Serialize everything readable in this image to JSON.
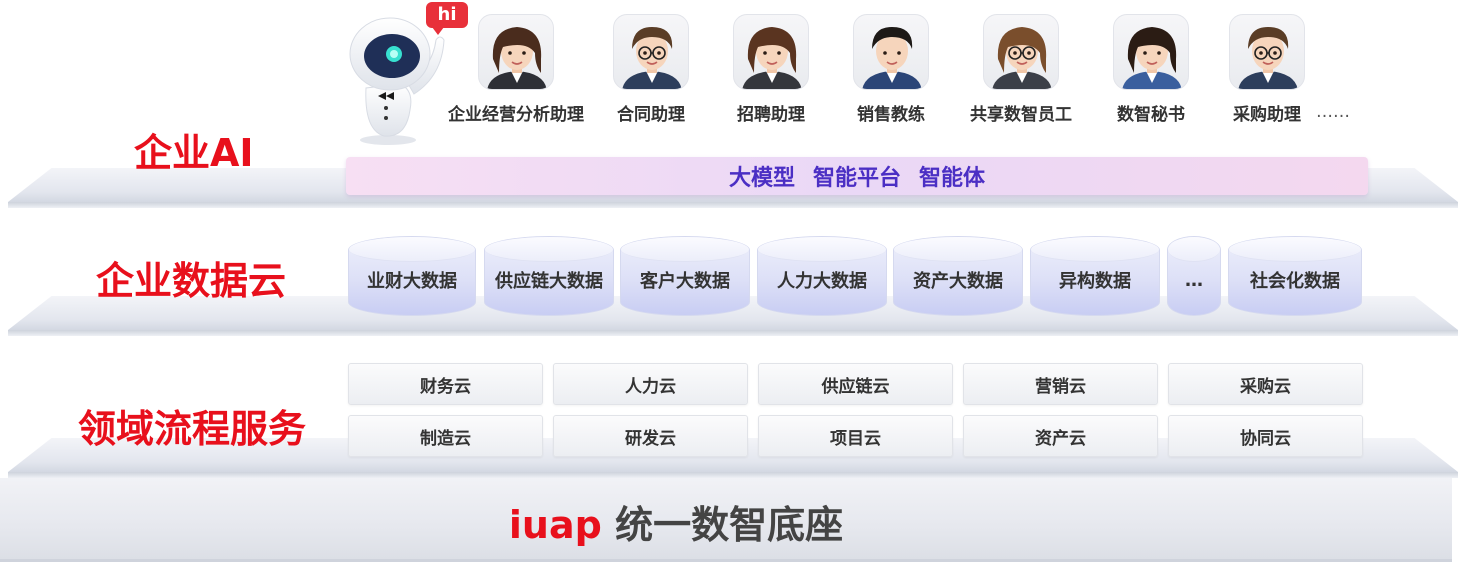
{
  "robot": {
    "bubble": "hi"
  },
  "ai_layer": {
    "label": "企业AI",
    "agents": [
      {
        "name": "企业经营分析助理",
        "avatar": "woman-bob-icon",
        "hair": "#4a2c1d",
        "suit": "#2d2f36",
        "glasses": false
      },
      {
        "name": "合同助理",
        "avatar": "man-glasses-icon",
        "hair": "#5a3d26",
        "suit": "#2d3e5c",
        "glasses": true
      },
      {
        "name": "招聘助理",
        "avatar": "woman-bob-icon",
        "hair": "#5a3420",
        "suit": "#34363c",
        "glasses": false
      },
      {
        "name": "销售教练",
        "avatar": "man-suit-icon",
        "hair": "#1e1a17",
        "suit": "#2b4577",
        "glasses": false
      },
      {
        "name": "共享数智员工",
        "avatar": "woman-glasses-icon",
        "hair": "#7a4e2c",
        "suit": "#3b3f48",
        "glasses": true
      },
      {
        "name": "数智秘书",
        "avatar": "woman-blue-icon",
        "hair": "#2b1c14",
        "suit": "#3a5f9e",
        "glasses": false
      },
      {
        "name": "采购助理",
        "avatar": "man-glasses-icon",
        "hair": "#5a3d26",
        "suit": "#2d3e5c",
        "glasses": true
      }
    ],
    "more": "……",
    "bar_items": [
      "大模型",
      "智能平台",
      "智能体"
    ]
  },
  "data_layer": {
    "label": "企业数据云",
    "items": [
      "业财大数据",
      "供应链大数据",
      "客户大数据",
      "人力大数据",
      "资产大数据",
      "异构数据",
      "…",
      "社会化数据"
    ]
  },
  "domain_layer": {
    "label": "领域流程服务",
    "row1": [
      "财务云",
      "人力云",
      "供应链云",
      "营销云",
      "采购云"
    ],
    "row2": [
      "制造云",
      "研发云",
      "项目云",
      "资产云",
      "协同云"
    ]
  },
  "base": {
    "brand": "iuap",
    "title": "统一数智底座"
  },
  "colors": {
    "label_red": "#e8101c",
    "bar_text": "#4b2fc4"
  }
}
